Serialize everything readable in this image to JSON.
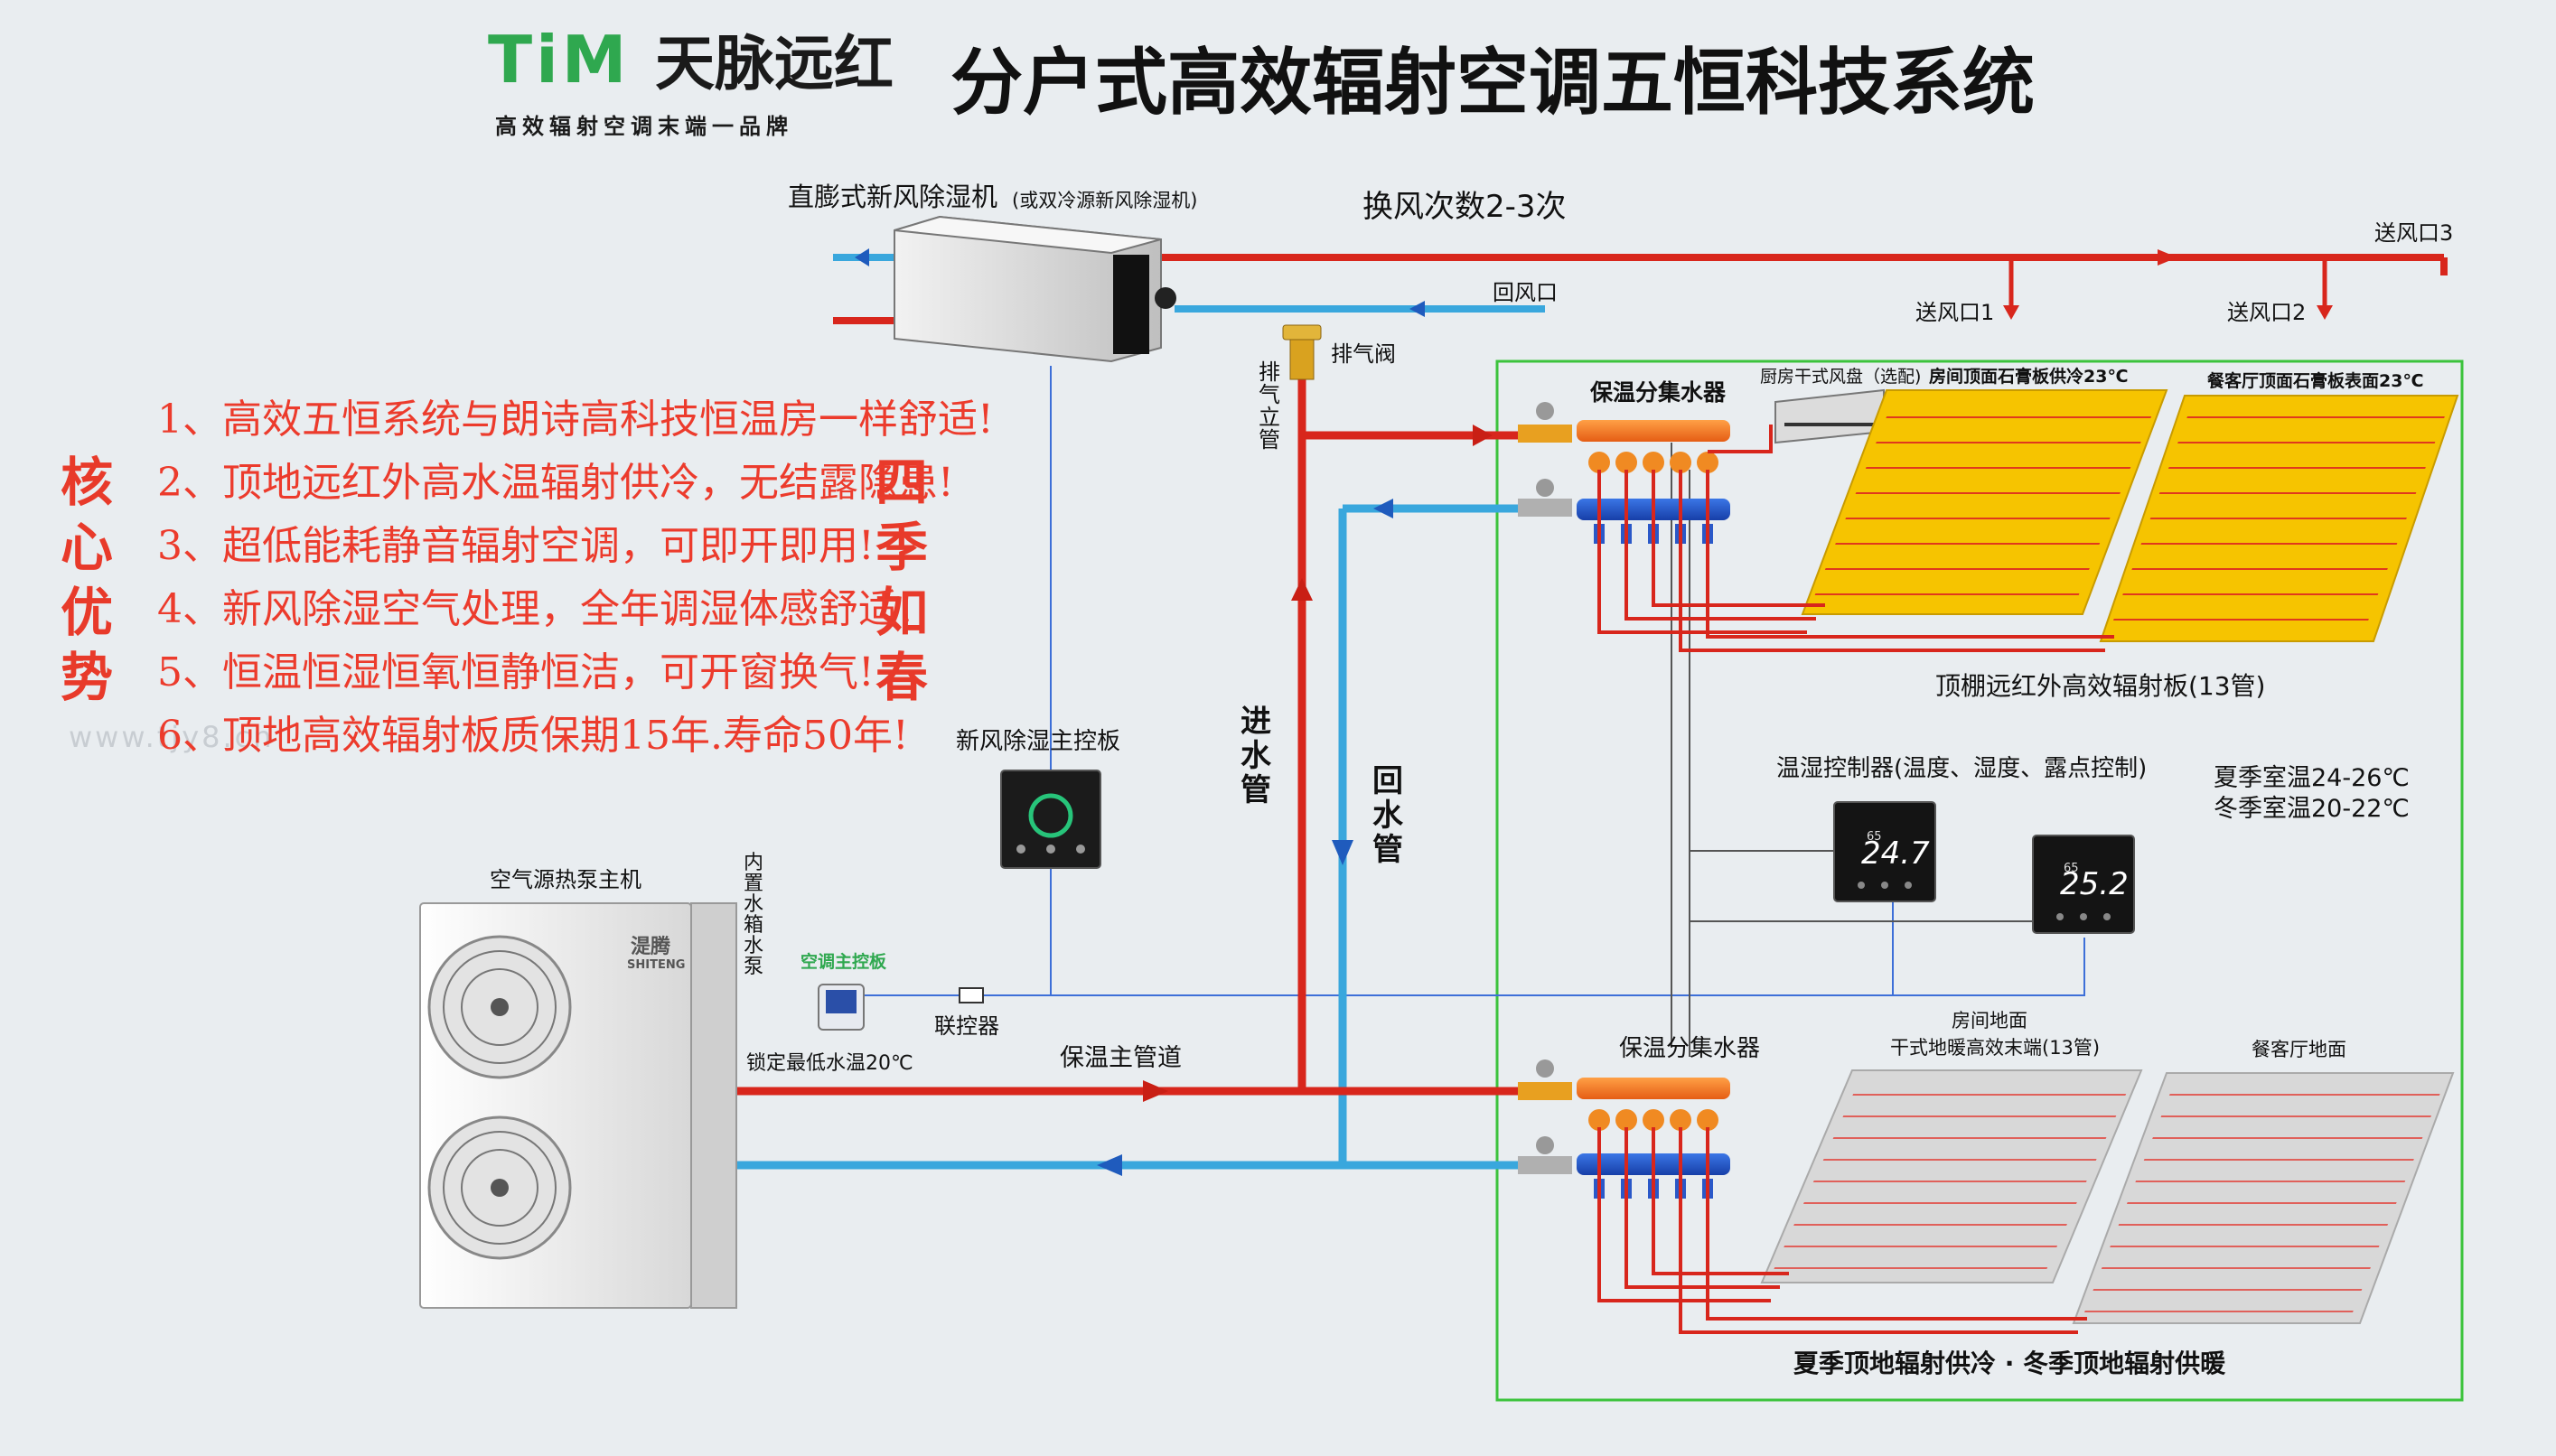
{
  "logo": {
    "brand_en": "TiM",
    "brand_cn": "天脉远红",
    "tagline": "高效辐射空调末端一品牌"
  },
  "title": "分户式高效辐射空调五恒科技系统",
  "labels": {
    "dehumidifier": "直膨式新风除湿机",
    "dehumidifier_note": "(或双冷源新风除湿机)",
    "air_change": "换风次数2-3次",
    "return_air": "回风口",
    "outlet1": "送风口1",
    "outlet2": "送风口2",
    "outlet3": "送风口3",
    "exhaust_valve": "排气阀",
    "exhaust_riser": "排气立管",
    "manifold_top": "保温分集水器",
    "kitchen_fan": "厨房干式风盘（选配)",
    "room_ceiling": "房间顶面石膏板供冷23℃",
    "dining_ceiling": "餐客厅顶面石膏板表面23℃",
    "ceiling_panel": "顶棚远红外高效辐射板(13管)",
    "controller_label": "温湿控制器(温度、湿度、露点控制)",
    "summer_temp": "夏季室温24-26℃",
    "winter_temp": "冬季室温20-22℃",
    "supply_pipe": "进水管",
    "return_pipe": "回水管",
    "fresh_panel": "新风除湿主控板",
    "heat_pump": "空气源热泵主机",
    "builtin_pump": "内置水箱水泵",
    "ac_panel": "空调主控板",
    "linkage": "联控器",
    "min_temp": "锁定最低水温20℃",
    "main_pipe": "保温主管道",
    "manifold_bottom": "保温分集水器",
    "room_floor_1": "房间地面",
    "room_floor_2": "干式地暖高效末端(13管)",
    "dining_floor": "餐客厅地面",
    "floor_caption": "夏季顶地辐射供冷 · 冬季顶地辐射供暖",
    "hp_brand_cn": "湜腾",
    "hp_brand_en": "SHITENG",
    "thermostat_1": "24.7",
    "thermostat_2": "25.2",
    "thermostat_hum": "65"
  },
  "left_side": {
    "core": "核心优势",
    "seasons": "四季如春",
    "watermark": "www.tjy8.cn",
    "advantages": [
      "1、高效五恒系统与朗诗高科技恒温房一样舒适!",
      "2、顶地远红外高水温辐射供冷，无结露隐患!",
      "3、超低能耗静音辐射空调，可即开即用!",
      "4、新风除湿空气处理，全年调湿体感舒适!",
      "5、恒温恒湿恒氧恒静恒洁，可开窗换气!",
      "6、顶地高效辐射板质保期15年.寿命50年!"
    ]
  },
  "colors": {
    "supply": "#d8261c",
    "return": "#39a7dd",
    "brand_green": "#2fa84f",
    "panel_yellow": "#f6c400",
    "box_green": "#3cc33c"
  }
}
